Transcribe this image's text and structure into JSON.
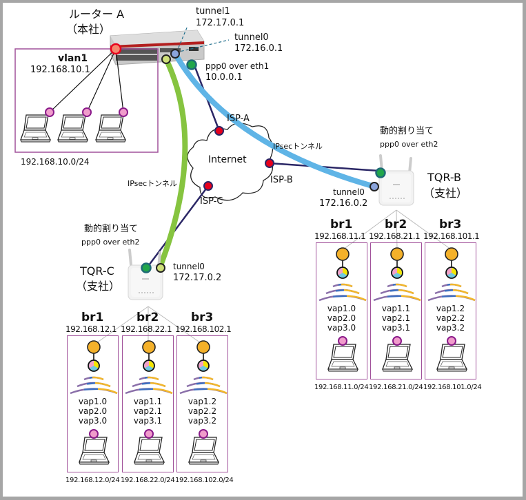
{
  "router_a": {
    "name": "ルーター A",
    "site": "（本社）",
    "vlan_label": "vlan1",
    "vlan_ip": "192.168.10.1",
    "lan_subnet": "192.168.10.0/24",
    "tunnel1_label": "tunnel1",
    "tunnel1_ip": "172.17.0.1",
    "tunnel0_label": "tunnel0",
    "tunnel0_ip": "172.16.0.1",
    "wan_label": "ppp0 over eth1",
    "wan_ip": "10.0.0.1",
    "lan_clients": 3
  },
  "internet": {
    "label": "Internet",
    "isp_a": "ISP-A",
    "isp_b": "ISP-B",
    "isp_c": "ISP-C"
  },
  "tunnels": {
    "ipsec_b_label": "IPsecトンネル",
    "ipsec_c_label": "IPsecトンネル"
  },
  "tqr_b": {
    "name": "TQR-B",
    "site": "（支社）",
    "wan_assign": "動的割り当て",
    "wan_label": "ppp0 over eth2",
    "tunnel_label": "tunnel0",
    "tunnel_ip": "172.16.0.2",
    "bridges": [
      {
        "name": "br1",
        "ip": "192.168.11.1",
        "vaps": [
          "vap1.0",
          "vap2.0",
          "vap3.0"
        ],
        "subnet": "192.168.11.0/24"
      },
      {
        "name": "br2",
        "ip": "192.168.21.1",
        "vaps": [
          "vap1.1",
          "vap2.1",
          "vap3.1"
        ],
        "subnet": "192.168.21.0/24"
      },
      {
        "name": "br3",
        "ip": "192.168.101.1",
        "vaps": [
          "vap1.2",
          "vap2.2",
          "vap3.2"
        ],
        "subnet": "192.168.101.0/24"
      }
    ]
  },
  "tqr_c": {
    "name": "TQR-C",
    "site": "（支社）",
    "wan_assign": "動的割り当て",
    "wan_label": "ppp0 over eth2",
    "tunnel_label": "tunnel0",
    "tunnel_ip": "172.17.0.2",
    "bridges": [
      {
        "name": "br1",
        "ip": "192.168.12.1",
        "vaps": [
          "vap1.0",
          "vap2.0",
          "vap3.0"
        ],
        "subnet": "192.168.12.0/24"
      },
      {
        "name": "br2",
        "ip": "192.168.22.1",
        "vaps": [
          "vap1.1",
          "vap2.1",
          "vap3.1"
        ],
        "subnet": "192.168.22.0/24"
      },
      {
        "name": "br3",
        "ip": "192.168.102.1",
        "vaps": [
          "vap1.2",
          "vap2.2",
          "vap3.2"
        ],
        "subnet": "192.168.102.0/24"
      }
    ]
  },
  "colors": {
    "tunnel_b": "#5fb4e6",
    "tunnel_c": "#86c440",
    "wan_line": "#2b2766",
    "isp_dot": "#e8001c",
    "wan_dot": "#21a64a",
    "tunnel0_dot": "#8aa4db",
    "tunnel1_dot": "#cfe07a",
    "vlan_dot": "#f5876e",
    "client_dot": "#f09ccb",
    "bridge_dot": "#f4b12a",
    "lan_box": "#a0509a"
  }
}
